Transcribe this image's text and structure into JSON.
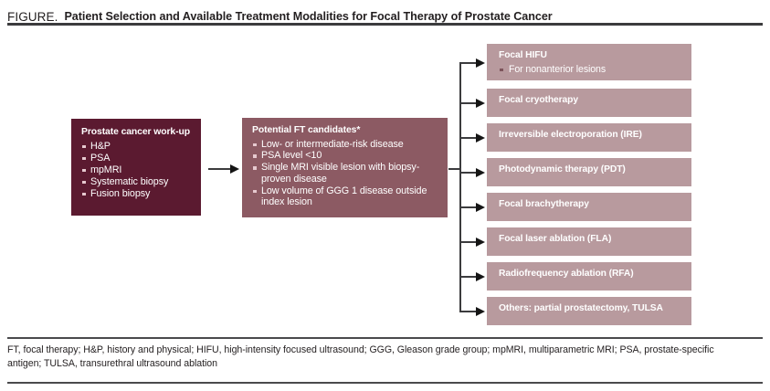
{
  "header": {
    "figure_label": "FIGURE.",
    "title": "Patient Selection and Available Treatment Modalities for Focal Therapy of Prostate Cancer"
  },
  "colors": {
    "workup_box": "#5B1A30",
    "candidates_box": "#8C5A63",
    "treatment_box": "#B89A9E",
    "connector": "#3B3B3D",
    "text_dark": "#231F20",
    "text_light": "#FFFFFF"
  },
  "workup": {
    "title": "Prostate cancer work-up",
    "items": [
      "H&P",
      "PSA",
      "mpMRI",
      "Systematic biopsy",
      "Fusion biopsy"
    ]
  },
  "candidates": {
    "title": "Potential FT candidates*",
    "items": [
      "Low- or intermediate-risk disease",
      "PSA level <10",
      "Single MRI visible lesion with biopsy-proven disease",
      "Low volume of GGG 1 disease outside index lesion"
    ]
  },
  "treatments": [
    {
      "title": "Focal HIFU",
      "items": [
        "For nonanterior lesions"
      ]
    },
    {
      "title": "Focal cryotherapy",
      "items": []
    },
    {
      "title": "Irreversible electroporation (IRE)",
      "items": []
    },
    {
      "title": "Photodynamic therapy (PDT)",
      "items": []
    },
    {
      "title": "Focal brachytherapy",
      "items": []
    },
    {
      "title": "Focal laser ablation (FLA)",
      "items": []
    },
    {
      "title": "Radiofrequency ablation (RFA)",
      "items": []
    },
    {
      "title": "Others: partial prostatectomy, TULSA",
      "items": []
    }
  ],
  "footnote": {
    "text": "FT, focal therapy; H&P, history and physical; HIFU, high-intensity focused ultrasound; GGG, Gleason grade group; mpMRI, multiparametric MRI; PSA, prostate-specific antigen; TULSA, transurethral ultrasound ablation"
  }
}
